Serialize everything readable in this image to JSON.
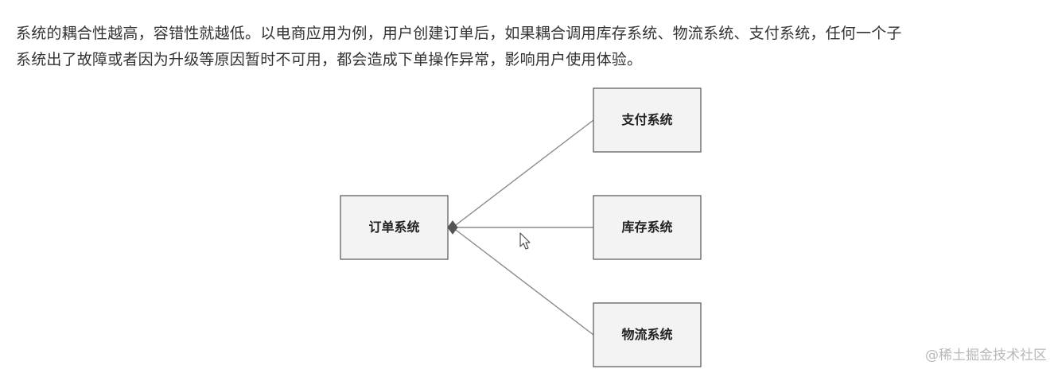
{
  "article": {
    "line1": "系统的耦合性越高，容错性就越低。以电商应用为例，用户创建订单后，如果耦合调用库存系统、物流系统、支付系统，任何一个子",
    "line2": "系统出了故障或者因为升级等原因暂时不可用，都会造成下单操作异常，影响用户使用体验。"
  },
  "diagram": {
    "nodes": {
      "order": "订单系统",
      "payment": "支付系统",
      "inventory": "库存系统",
      "logistics": "物流系统"
    },
    "connector_icon": "diamond-aggregation-icon",
    "colors": {
      "box_fill": "#f3f3f3",
      "box_stroke": "#555555",
      "line": "#8a8a8a"
    }
  },
  "cursor": {
    "icon": "mouse-pointer-icon"
  },
  "watermark": "@稀土掘金技术社区"
}
